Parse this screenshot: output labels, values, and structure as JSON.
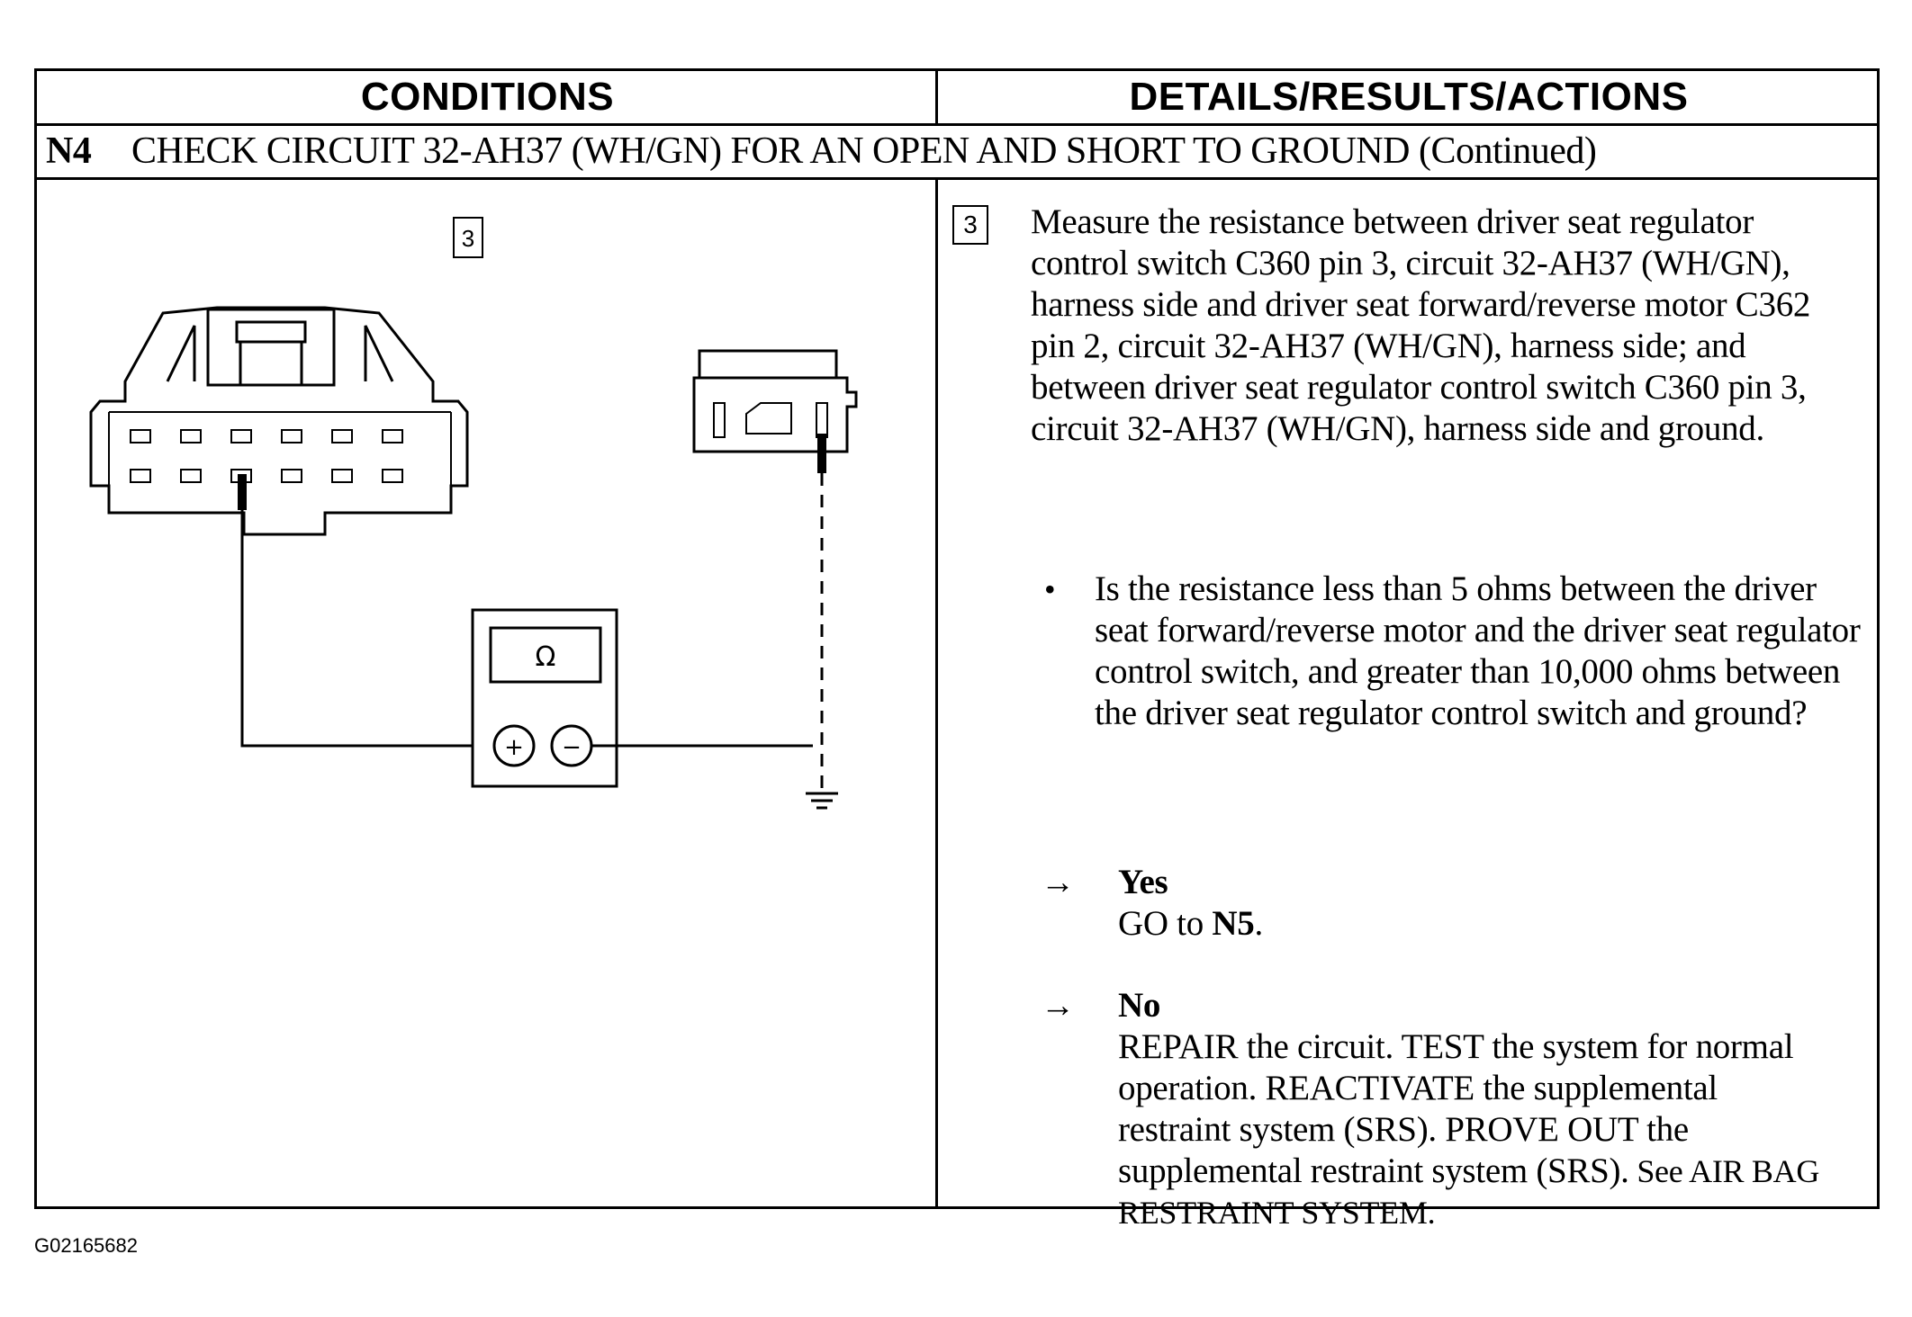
{
  "header": {
    "conditions": "CONDITIONS",
    "details": "DETAILS/RESULTS/ACTIONS"
  },
  "step": {
    "code": "N4",
    "title": "CHECK CIRCUIT 32-AH37 (WH/GN) FOR AN OPEN AND SHORT TO GROUND (Continued)"
  },
  "diagram": {
    "step_number": "3",
    "meter_symbol": "Ω",
    "plus_symbol": "+",
    "minus_symbol": "−"
  },
  "details": {
    "step_number": "3",
    "instruction": "Measure the resistance between driver seat regulator control switch C360 pin 3, circuit 32-AH37 (WH/GN), harness side and driver seat forward/reverse motor C362 pin 2, circuit 32-AH37 (WH/GN), harness side; and between driver seat regulator  control switch C360 pin 3, circuit 32-AH37 (WH/GN), harness side and ground.",
    "bullet": "•",
    "question": "Is the resistance less than 5 ohms between the driver seat forward/reverse motor and the driver seat regulator control switch, and greater than 10,000 ohms between the driver seat regulator control switch and ground?",
    "arrow": "→",
    "yes": {
      "label": "Yes",
      "action_prefix": "GO to ",
      "action_target": "N5",
      "action_suffix": "."
    },
    "no": {
      "label": "No",
      "action_1": "REPAIR the circuit. TEST the system for normal operation. REACTIVATE the supplemental restraint system (SRS).",
      "action_2": "PROVE OUT the supplemental restraint system (SRS).",
      "see": " See AIR BAG RESTRAINT SYSTEM."
    }
  },
  "footer": {
    "figure_id": "G02165682"
  }
}
